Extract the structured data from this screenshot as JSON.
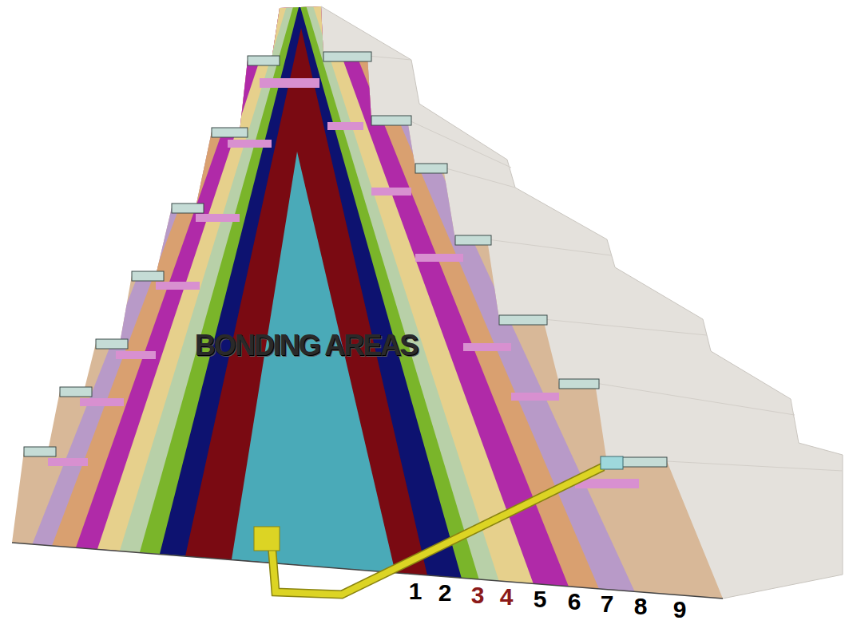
{
  "diagram": {
    "labels": [
      "BONDING AREAS",
      "1",
      "2",
      "3",
      "4",
      "5",
      "6",
      "7",
      "8",
      "9"
    ]
  }
}
